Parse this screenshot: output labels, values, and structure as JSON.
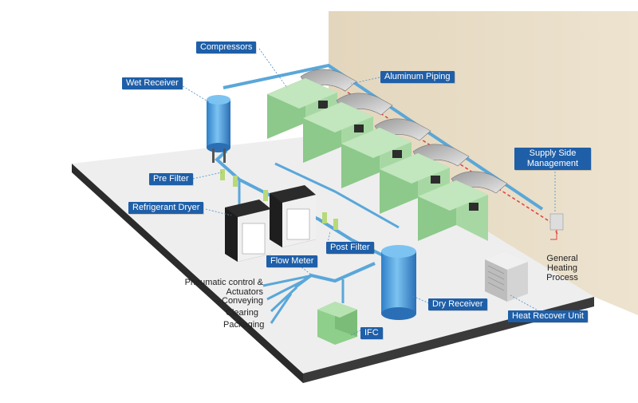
{
  "labels": {
    "compressors": "Compressors",
    "wet_receiver": "Wet Receiver",
    "aluminum_piping": "Aluminum Piping",
    "pre_filter": "Pre Filter",
    "refrigerant_dryer": "Refrigerant Dryer",
    "supply_side_management": "Supply Side Management",
    "flow_meter": "Flow Meter",
    "post_filter": "Post Filter",
    "dry_receiver": "Dry Receiver",
    "ifc": "IFC",
    "heat_recover_unit": "Heat Recover Unit",
    "general_heating_process": "General Heating Process",
    "pneumatic_control": "Pneumatic control & Actuators",
    "conveying": "Conveying",
    "clearing": "Clearing",
    "packaging": "Packaging"
  },
  "colors": {
    "callout": "#1f5fa8",
    "floor": "#eeeeee",
    "wall": "#e8dcc4",
    "compressor": "#9fd29a",
    "pipe": "#5aa7d9",
    "tank": "#4f9fe0"
  }
}
